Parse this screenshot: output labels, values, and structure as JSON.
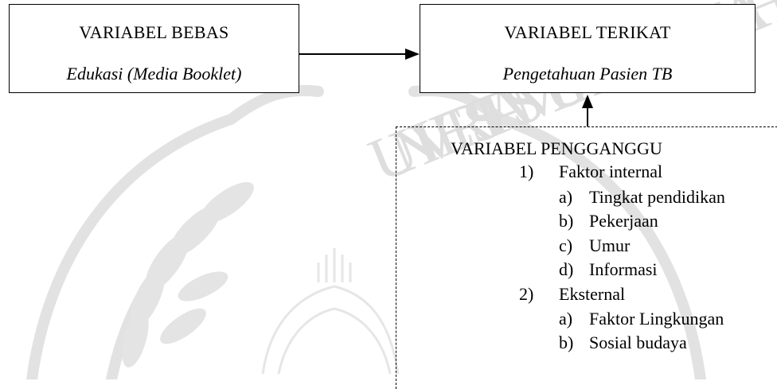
{
  "independent_variable": {
    "title": "VARIABEL BEBAS",
    "value": "Edukasi (Media Booklet)"
  },
  "dependent_variable": {
    "title": "VARIABEL TERIKAT",
    "value": "Pengetahuan Pasien TB"
  },
  "confounding_variable": {
    "title": "VARIABEL PENGGANGGU",
    "groups": [
      {
        "marker": "1)",
        "label": "Faktor internal",
        "items": [
          {
            "marker": "a)",
            "label": "Tingkat pendidikan"
          },
          {
            "marker": "b)",
            "label": "Pekerjaan"
          },
          {
            "marker": "c)",
            "label": "Umur"
          },
          {
            "marker": "d)",
            "label": "Informasi"
          }
        ]
      },
      {
        "marker": "2)",
        "label": "Eksternal",
        "items": [
          {
            "marker": "a)",
            "label": "Faktor Lingkungan"
          },
          {
            "marker": "b)",
            "label": "Sosial budaya"
          }
        ]
      }
    ]
  },
  "watermark_text": "UNIVERSITAS MUHAMMADIYAH"
}
